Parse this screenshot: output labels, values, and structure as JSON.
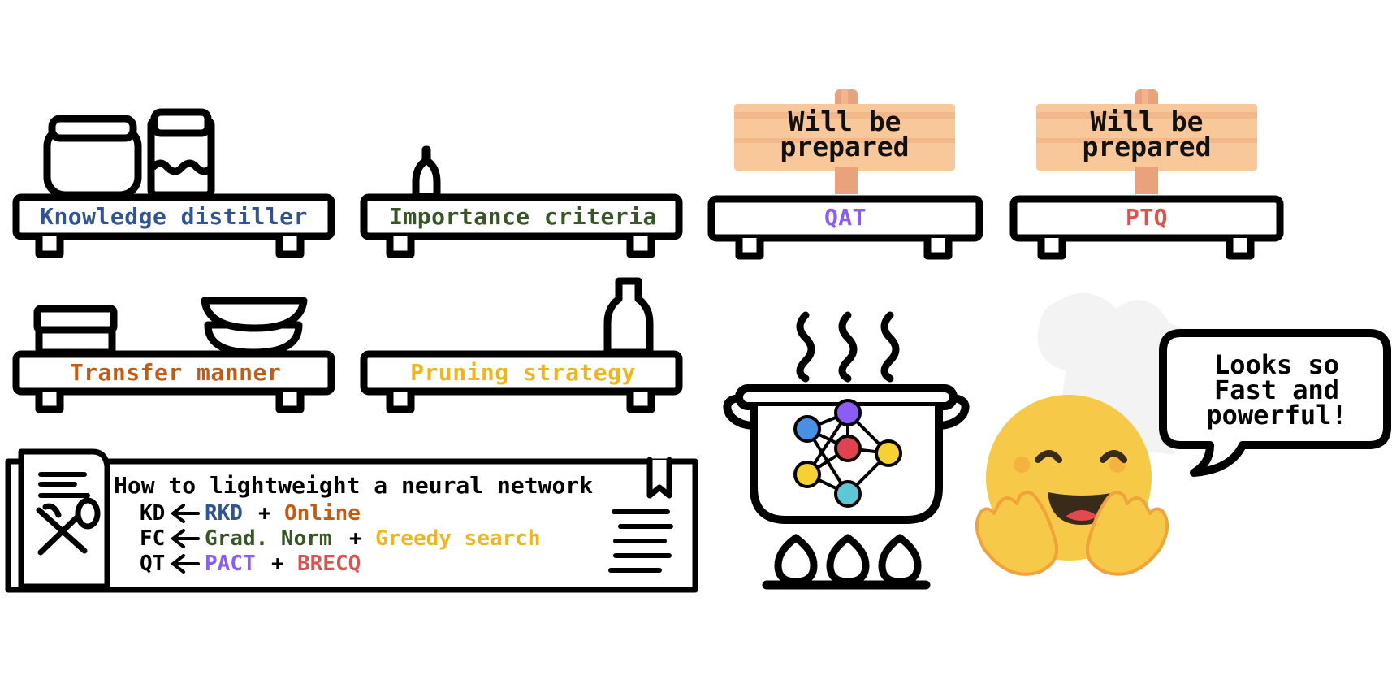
{
  "colors": {
    "outline": "#000000",
    "blue": "#2F5496",
    "green": "#375623",
    "orange": "#C55A11",
    "yellow": "#F2B417",
    "purple": "#8B5CF6",
    "red": "#D9534F",
    "sign_wood": "#F8C79A",
    "sign_post": "#E9A27B",
    "emoji": "#F7C948",
    "node_blue": "#4A90E2",
    "node_purple": "#8B5CF6",
    "node_red": "#E0434F",
    "node_yellow": "#F5D134",
    "node_cyan": "#5CC8D6"
  },
  "shelves": {
    "knowledge_distiller": "Knowledge distiller",
    "importance_criteria": "Importance criteria",
    "qat": "QAT",
    "ptq": "PTQ",
    "transfer_manner": "Transfer manner",
    "pruning_strategy": "Pruning strategy"
  },
  "signs": {
    "qat_line1": "Will be",
    "qat_line2": "prepared",
    "ptq_line1": "Will be",
    "ptq_line2": "prepared"
  },
  "recipe": {
    "title": "How to lightweight a neural network",
    "rows": [
      {
        "abbr": "KD",
        "first": "RKD",
        "plus": "+",
        "second": "Online"
      },
      {
        "abbr": "FC",
        "first": "Grad. Norm",
        "plus": "+",
        "second": "Greedy search"
      },
      {
        "abbr": "QT",
        "first": "PACT",
        "plus": "+",
        "second": "BRECQ"
      }
    ]
  },
  "speech": {
    "line1": "Looks so",
    "line2": "Fast and",
    "line3": "powerful!"
  },
  "icons": {
    "jar": "jar-icon",
    "bottle": "bottle-icon",
    "container": "food-container-icon",
    "bowls": "bowls-icon",
    "sign": "wooden-sign-icon",
    "pot": "cooking-pot-icon",
    "network": "neural-network-icon",
    "flame": "gas-flame-icon",
    "cookbook": "recipe-book-icon",
    "chef": "hugging-face-chef-icon"
  }
}
